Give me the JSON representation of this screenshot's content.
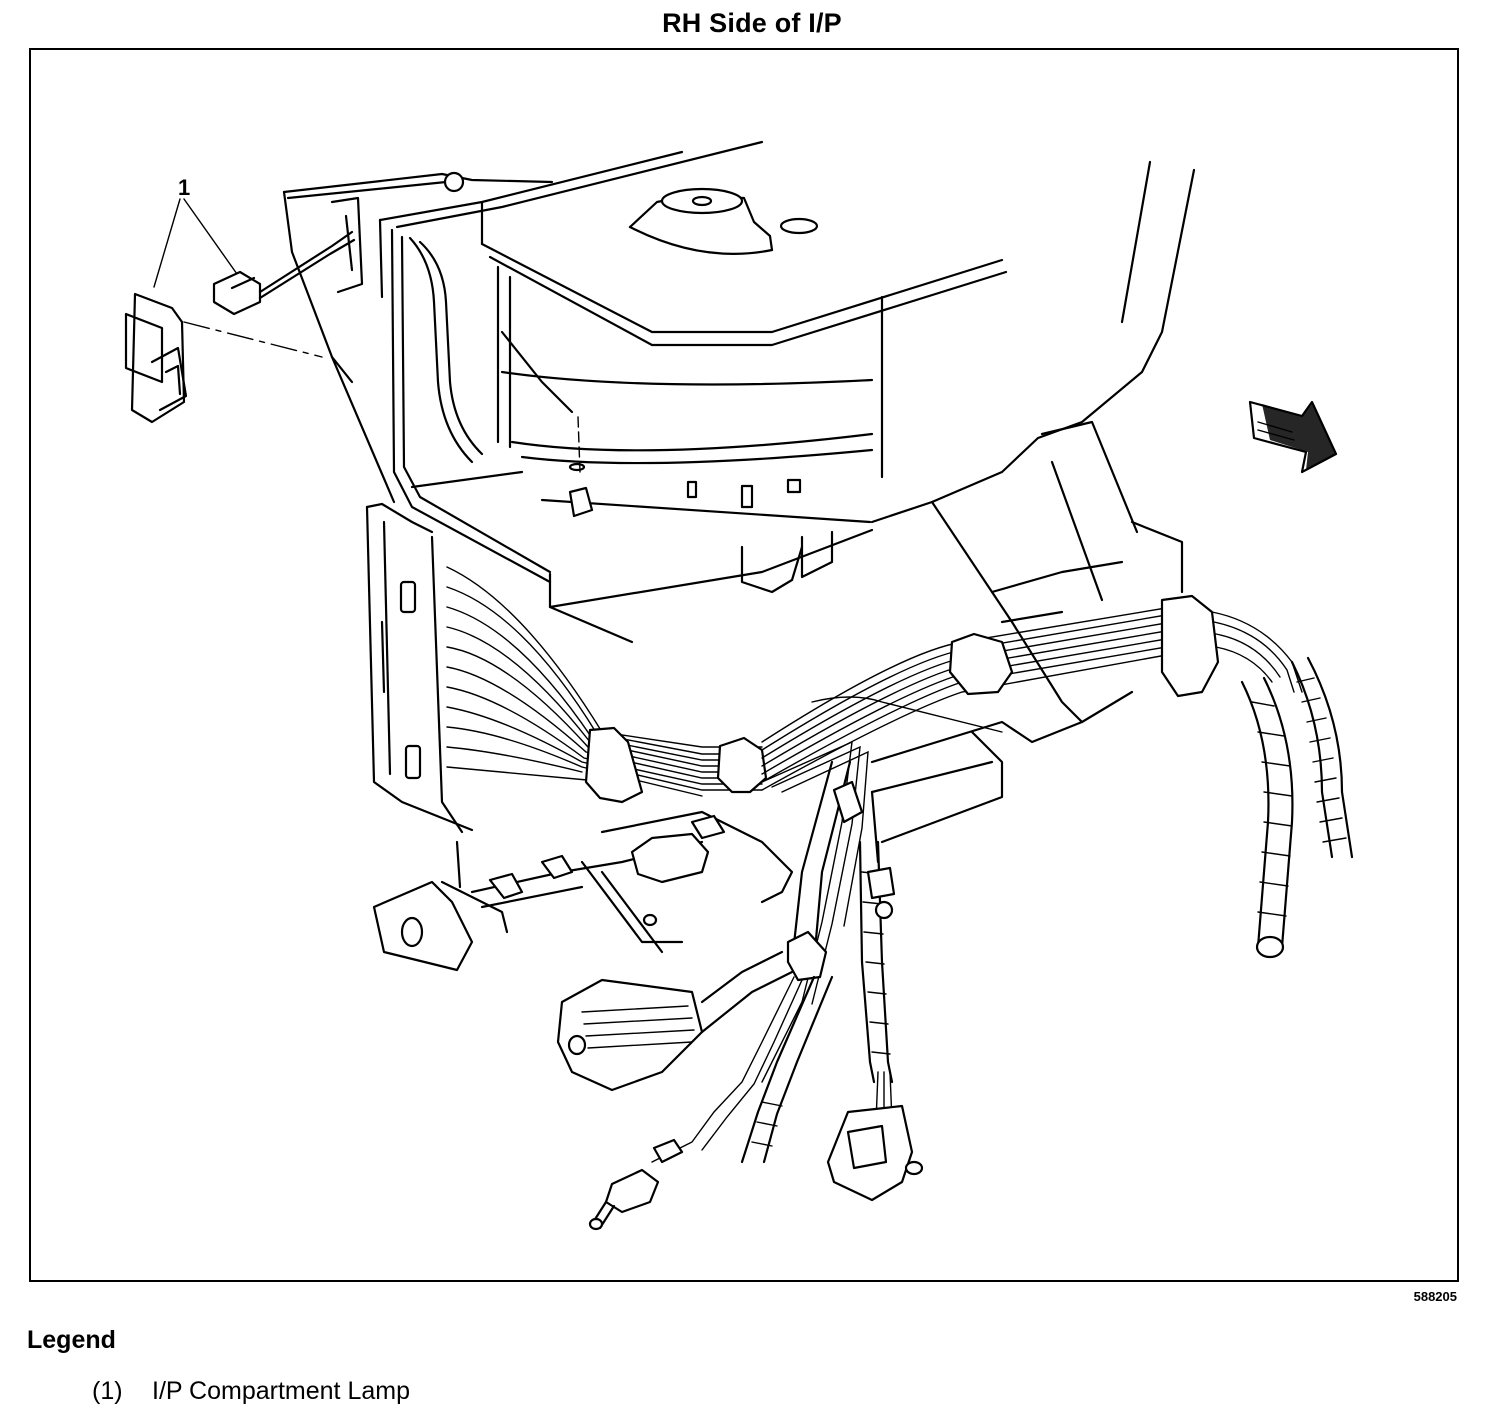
{
  "title": "RH Side of I/P",
  "callout": "1",
  "figure_id": "588205",
  "legend": {
    "title": "Legend",
    "items": [
      {
        "number": "(1)",
        "label": "I/P Compartment Lamp"
      }
    ]
  },
  "icons": {
    "direction_arrow": "arrow-forward-icon"
  }
}
